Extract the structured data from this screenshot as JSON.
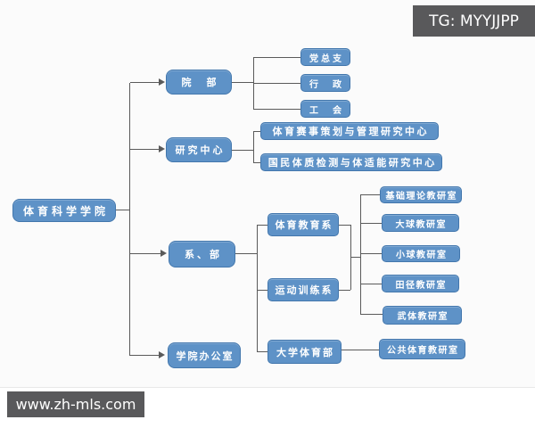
{
  "watermarks": {
    "tg_badge": "TG: MYYJJPP",
    "site_badge": "www.zh-mls.com"
  },
  "colors": {
    "page_bg": "#fbfbfb",
    "node_fill": "#5e92c7",
    "node_border": "#4377ad",
    "connector": "#5a5a5a",
    "badge_bg": "#59595b",
    "node_text": "#ffffff"
  },
  "nodes": {
    "root": {
      "label": "体育科学学院"
    },
    "yuan_bu": {
      "label": "院　部"
    },
    "dang_zong_zhi": {
      "label": "党总支"
    },
    "xing_zheng": {
      "label": "行　政"
    },
    "gong_hui": {
      "label": "工　会"
    },
    "yanjiu_zhongxin": {
      "label": "研究中心"
    },
    "saishi_center": {
      "label": "体育赛事策划与管理研究中心"
    },
    "guomin_center": {
      "label": "国民体质检测与体适能研究中心"
    },
    "xi_bu": {
      "label": "系、部"
    },
    "tiyu_jiaoyu_xi": {
      "label": "体育教育系"
    },
    "yundong_xunlian_xi": {
      "label": "运动训练系"
    },
    "jichu_lilun": {
      "label": "基础理论教研室"
    },
    "da_qiu": {
      "label": "大球教研室"
    },
    "xiao_qiu": {
      "label": "小球教研室"
    },
    "tian_jing": {
      "label": "田径教研室"
    },
    "wu_ti": {
      "label": "武体教研室"
    },
    "daxue_tiyu_bu": {
      "label": "大学体育部"
    },
    "gonggong_tiyu": {
      "label": "公共体育教研室"
    },
    "xueyuan_bangongshi": {
      "label": "学院办公室"
    }
  },
  "structure": {
    "root": "体育科学学院",
    "branches": [
      {
        "label": "院部",
        "children": [
          "党总支",
          "行政",
          "工会"
        ]
      },
      {
        "label": "研究中心",
        "children": [
          "体育赛事策划与管理研究中心",
          "国民体质检测与体适能研究中心"
        ]
      },
      {
        "label": "系、部",
        "children": [
          "体育教育系",
          "运动训练系",
          "大学体育部"
        ],
        "shared_sections_of_tiyujiaoyu_and_yundongxunlian": [
          "基础理论教研室",
          "大球教研室",
          "小球教研室",
          "田径教研室",
          "武体教研室"
        ],
        "daxue_tiyu_bu_children": [
          "公共体育教研室"
        ]
      },
      {
        "label": "学院办公室",
        "children": []
      }
    ]
  }
}
